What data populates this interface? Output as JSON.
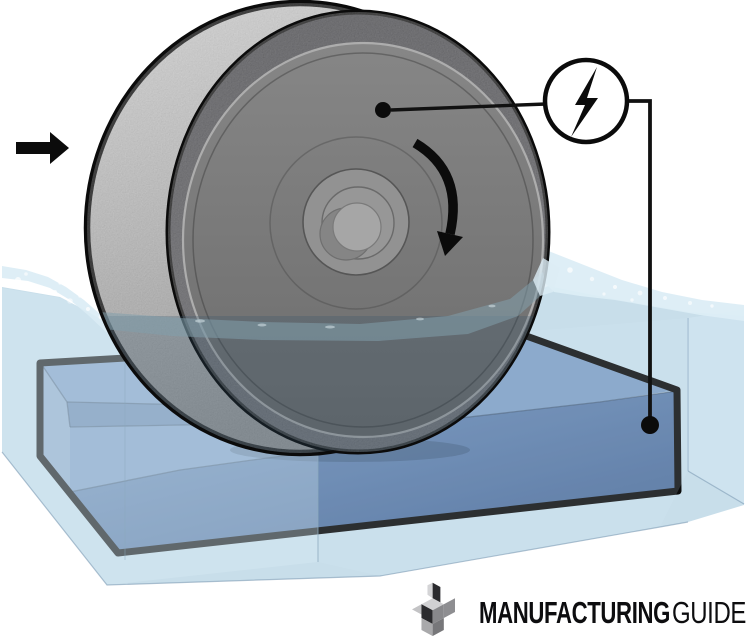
{
  "logo": {
    "brand_bold": "MANUFACTURING",
    "brand_light": "GUIDE"
  },
  "colors": {
    "outline": "#0b0b0b",
    "wire": "#111111",
    "water_body": "#c3dbe8",
    "water_foam": "#dcedf5",
    "water_right_face": "#d4e7f2",
    "workpiece_top": "#7e9ec4",
    "workpiece_step": "#6887ae",
    "workpiece_left_face": "#90abca",
    "workpiece_front_top": "#6889b4",
    "workpiece_front_bottom": "#4f6f9d",
    "wheel_outer_band": "#b0b0b0",
    "wheel_abrasive_ring": "#4a4a4e",
    "wheel_face": "#797979",
    "hub": "#929292"
  },
  "symbols": {
    "power_source": "circle with lightning bolt",
    "feed_direction": "solid right arrow",
    "rotation_direction": "clockwise curved arrow",
    "wheel_contact": "dot on wheel face",
    "workpiece_contact": "dot on workpiece front face"
  }
}
